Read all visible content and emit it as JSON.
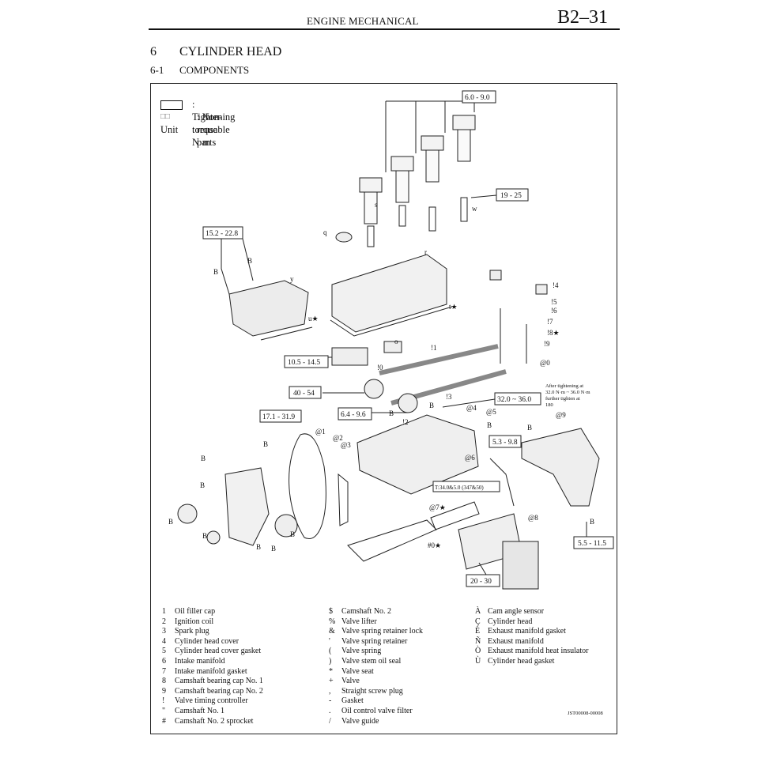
{
  "header": {
    "title": "ENGINE MECHANICAL",
    "page": "B2–31"
  },
  "section": {
    "number": "6",
    "title": "CYLINDER HEAD"
  },
  "subsection": {
    "number": "6-1",
    "title": "COMPONENTS"
  },
  "legend": {
    "tightening": ": Tightening torque",
    "nonreusable_mark": "□□",
    "nonreusable": ": Non-reusable parts",
    "unit_label": "Unit",
    "unit_value": ": N·m"
  },
  "torques": [
    "6.0 - 9.0",
    "19 - 25",
    "15.2 - 22.8",
    "10.5 - 14.5",
    "40 - 54",
    "17.1 - 31.9",
    "6.4 - 9.6",
    "32.0 ~ 36.0",
    "5.3 - 9.8",
    "5.5 - 11.5",
    "20 - 30",
    "T:34.0&5.0 (347&50)"
  ],
  "note": [
    "After tightening at",
    "32.0 N·m ~ 36.0 N·m",
    "further tighten at",
    "180"
  ],
  "callouts": [
    "q",
    "r",
    "s",
    "t★",
    "u★",
    "o",
    "y",
    "w",
    "!1",
    "!0",
    "!3",
    "!2",
    "@4",
    "@5",
    "@6",
    "@7★",
    "@8",
    "@9",
    "@1",
    "@2",
    "@3",
    "#0★",
    "!4",
    "!5",
    "!6",
    "!7",
    "!8★",
    "!9",
    "@0",
    "B",
    "B",
    "B",
    "B",
    "B",
    "B",
    "B",
    "B",
    "B",
    "B",
    "B",
    "B",
    "B",
    "B",
    "B"
  ],
  "parts": {
    "col1": [
      {
        "k": "1",
        "v": "Oil filler cap"
      },
      {
        "k": "2",
        "v": "Ignition coil"
      },
      {
        "k": "3",
        "v": "Spark plug"
      },
      {
        "k": "4",
        "v": "Cylinder head cover"
      },
      {
        "k": "5",
        "v": "Cylinder head cover gasket"
      },
      {
        "k": "6",
        "v": "Intake manifold"
      },
      {
        "k": "7",
        "v": "Intake manifold gasket"
      },
      {
        "k": "8",
        "v": "Camshaft bearing cap No. 1"
      },
      {
        "k": "9",
        "v": "Camshaft bearing cap No. 2"
      },
      {
        "k": "!",
        "v": "Valve timing controller"
      },
      {
        "k": "\"",
        "v": "Camshaft No. 1"
      },
      {
        "k": "#",
        "v": "Camshaft No. 2 sprocket"
      }
    ],
    "col2": [
      {
        "k": "$",
        "v": "Camshaft No. 2"
      },
      {
        "k": "%",
        "v": "Valve lifter"
      },
      {
        "k": "&",
        "v": "Valve spring retainer lock"
      },
      {
        "k": "'",
        "v": "Valve spring retainer"
      },
      {
        "k": "(",
        "v": "Valve spring"
      },
      {
        "k": ")",
        "v": "Valve stem oil seal"
      },
      {
        "k": "*",
        "v": "Valve seat"
      },
      {
        "k": "+",
        "v": "Valve"
      },
      {
        "k": ",",
        "v": "Straight screw plug"
      },
      {
        "k": "-",
        "v": "Gasket"
      },
      {
        "k": ".",
        "v": "Oil control valve filter"
      },
      {
        "k": "/",
        "v": "Valve guide"
      }
    ],
    "col3": [
      {
        "k": "À",
        "v": "Cam angle sensor"
      },
      {
        "k": "Ç",
        "v": "Cylinder head"
      },
      {
        "k": "È",
        "v": "Exhaust manifold gasket"
      },
      {
        "k": "Ñ",
        "v": "Exhaust manifold"
      },
      {
        "k": "Ò",
        "v": "Exhaust manifold heat insulator"
      },
      {
        "k": "Ù",
        "v": "Cylinder head gasket"
      }
    ]
  },
  "figure_code": "JST00008-00008"
}
